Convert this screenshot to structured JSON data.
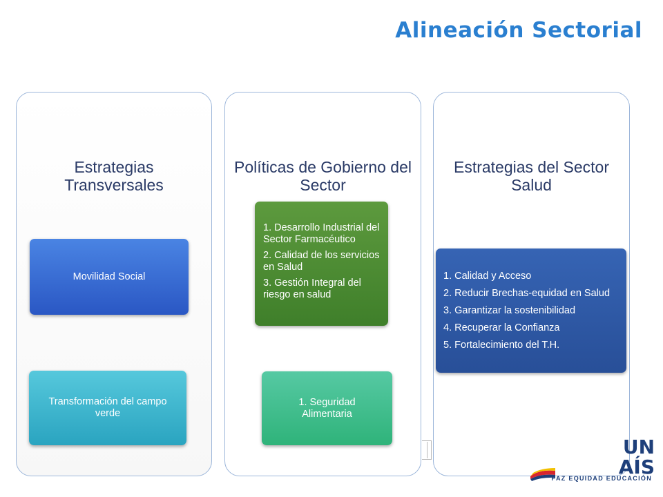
{
  "title": "Alineación Sectorial",
  "columns": [
    {
      "heading": "Estrategias Transversales",
      "boxes": [
        "Movilidad Social",
        "Transformación del campo verde"
      ]
    },
    {
      "heading": "Políticas de Gobierno del Sector",
      "policy_items": [
        "1. Desarrollo Industrial del Sector Farmacéutico",
        "2. Calidad de los servicios en Salud",
        "3. Gestión Integral del riesgo  en salud"
      ],
      "secondary_box": "1. Seguridad Alimentaria"
    },
    {
      "heading": "Estrategias del Sector Salud",
      "items": [
        "1. Calidad y Acceso",
        "2. Reducir Brechas-equidad en Salud",
        "3. Garantizar la sostenibilidad",
        "4. Recuperar la Confianza",
        "5. Fortalecimiento del T.H."
      ]
    }
  ],
  "logo": {
    "line1": "UN",
    "line2": "AÍS",
    "tagline": "PAZ  EQUIDAD  EDUCACIÓN"
  },
  "colors": {
    "title": "#2a7fd0",
    "heading": "#2a3a66",
    "movilidad": "#3a6fd6",
    "transformacion": "#3ab8cf",
    "politicas": "#4e8c33",
    "seguridad": "#3cbf8c",
    "salud": "#2f5aa8"
  }
}
